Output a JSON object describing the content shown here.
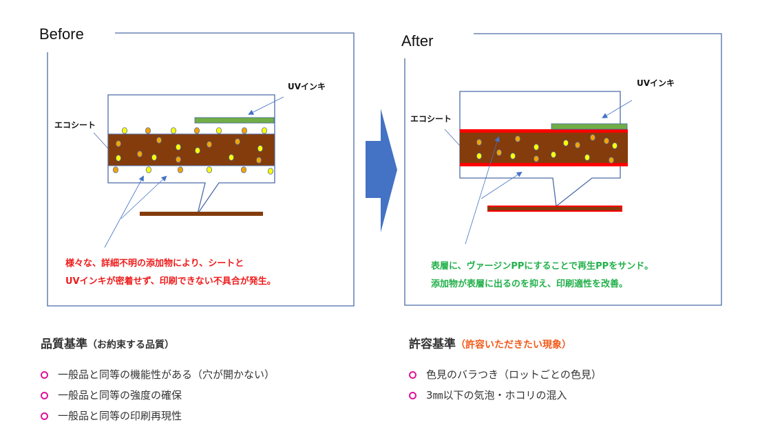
{
  "before": {
    "title": "Before",
    "uv_ink_label": "UVインキ",
    "eco_sheet_label": "エコシート",
    "note_lines": [
      "様々な、詳細不明の添加物により、シートと",
      "UVインキが密着せず、印刷できない不具合が発生。"
    ]
  },
  "after": {
    "title": "After",
    "uv_ink_label": "UVインキ",
    "eco_sheet_label": "エコシート",
    "note_lines": [
      "表層に、ヴァージンPPにすることで再生PPをサンド。",
      "添加物が表層に出るのを抑え、印刷適性を改善。"
    ]
  },
  "quality_standard": {
    "heading": "品質基準",
    "subheading": "（お約束する品質）",
    "items": [
      "一般品と同等の機能性がある（穴が開かない）",
      "一般品と同等の強度の確保",
      "一般品と同等の印刷再現性"
    ]
  },
  "tolerance_standard": {
    "heading": "許容基準",
    "subheading": "（許容いただきたい現象）",
    "items": [
      "色見のバラつき（ロットごとの色見）",
      "3㎜以下の気泡・ホコリの混入"
    ]
  },
  "colors": {
    "frame": "#4a6aa8",
    "sheet": "#843c0c",
    "uv_ink": "#70ad47",
    "virgin_layer": "#ff0000",
    "arrow": "#4472c4",
    "dot_yellow": "#ffff00",
    "dot_orange": "#f4a300",
    "bullet": "#e0119a",
    "tolerance_sub": "#f05a1a"
  }
}
